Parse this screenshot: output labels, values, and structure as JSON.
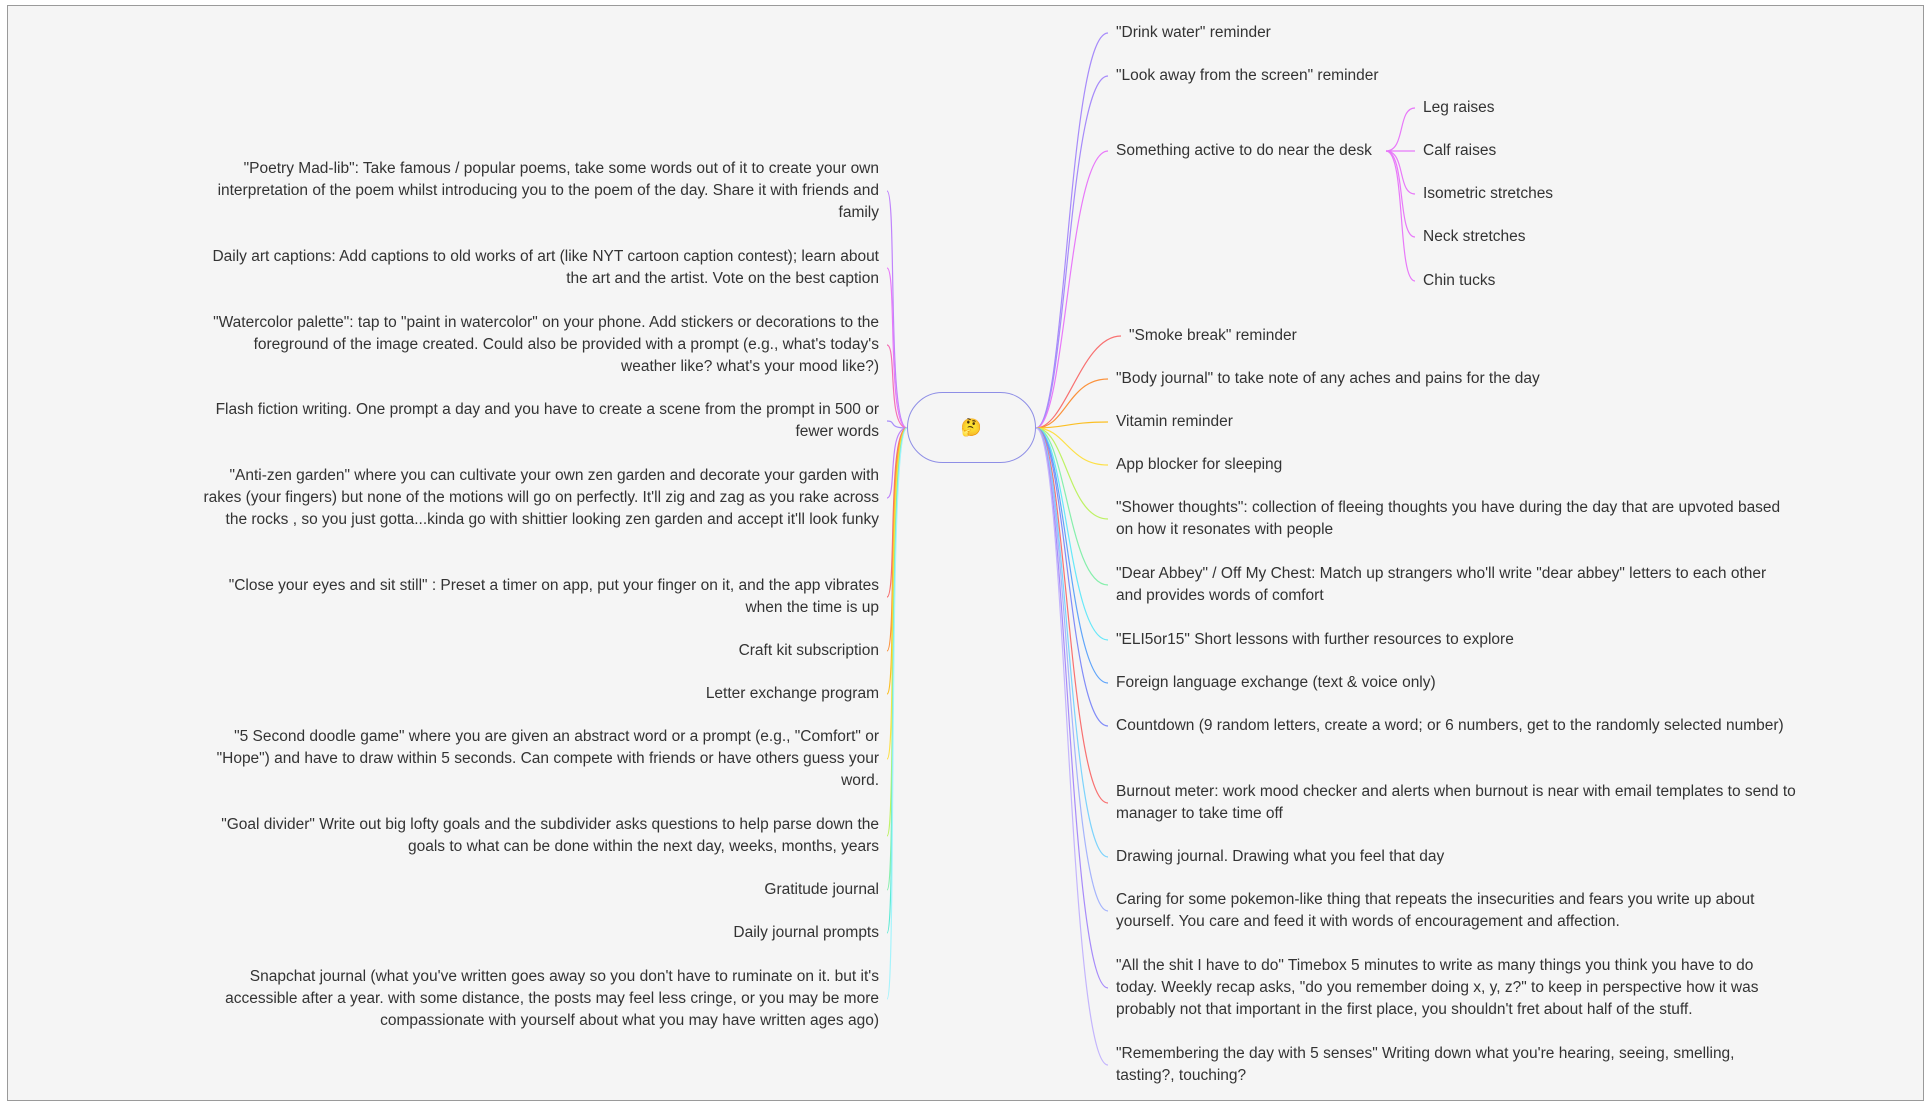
{
  "root": {
    "emoji": "🤔"
  },
  "right_nodes": [
    {
      "label": "\"Drink water\" reminder",
      "color": "#a78bfa"
    },
    {
      "label": "\"Look away from the screen\" reminder",
      "color": "#a78bfa"
    },
    {
      "label": "Something active to do near the desk",
      "color": "#e879f9",
      "children": [
        "Leg raises",
        "Calf raises",
        "Isometric stretches",
        "Neck stretches",
        "Chin tucks"
      ]
    },
    {
      "label": "\"Smoke break\" reminder",
      "color": "#f87171"
    },
    {
      "label": "\"Body journal\" to take note of any aches and pains for the day",
      "color": "#fb923c"
    },
    {
      "label": "Vitamin reminder",
      "color": "#fbbf24"
    },
    {
      "label": "App blocker for sleeping",
      "color": "#fde047"
    },
    {
      "label": "\"Shower thoughts\": collection of fleeing thoughts you have during the day that are upvoted based on how it resonates with people",
      "color": "#bef264"
    },
    {
      "label": "\"Dear Abbey\" / Off My Chest: Match up strangers who'll write \"dear abbey\" letters to each other and provides words of comfort",
      "color": "#86efac"
    },
    {
      "label": "\"ELI5or15\" Short lessons with further resources to explore",
      "color": "#67e8f9"
    },
    {
      "label": "Foreign language exchange (text & voice only)",
      "color": "#60a5fa"
    },
    {
      "label": "Countdown (9 random letters, create a word; or 6 numbers, get to the randomly selected number)",
      "color": "#818cf8"
    },
    {
      "label": "Burnout meter: work mood checker and alerts when burnout is near with email templates to send to manager to take time off",
      "color": "#f87171"
    },
    {
      "label": "Drawing journal. Drawing what you feel that day",
      "color": "#7dd3fc"
    },
    {
      "label": "Caring for some pokemon-like thing that repeats the insecurities and fears you write up about yourself. You care and feed it with words of encouragement and affection.",
      "color": "#a5b4fc"
    },
    {
      "label": "\"All the shit I have to do\" Timebox 5 minutes to write as many things you think you have to do today. Weekly recap asks, \"do you remember doing x, y, z?\" to keep in perspective how it was probably not that important in the first place, you shouldn't fret about half of the stuff.",
      "color": "#a78bfa"
    },
    {
      "label": "\"Remembering the day with 5 senses\" Writing down what you're hearing, seeing, smelling, tasting?, touching?",
      "color": "#c4b5fd"
    }
  ],
  "left_nodes": [
    {
      "label": "\"Poetry Mad-lib\": Take famous / popular poems, take some words out of it to create your own interpretation of the poem whilst introducing you to the poem of the day. Share it with friends and family",
      "color": "#c084fc"
    },
    {
      "label": "Daily art captions: Add captions to old works of art  (like NYT cartoon caption contest); learn about the art and the artist. Vote on the best caption",
      "color": "#e879f9"
    },
    {
      "label": "\"Watercolor palette\": tap to \"paint in watercolor\" on your phone.  Add stickers or decorations to the foreground of the image created. Could also be provided with a prompt (e.g., what's today's weather like? what's your mood like?)",
      "color": "#f472b6"
    },
    {
      "label": "Flash fiction writing. One prompt a day and you have to create a scene from the prompt in 500 or fewer words",
      "color": "#a78bfa"
    },
    {
      "label": "\"Anti-zen garden\"  where you can cultivate your own zen garden and  decorate your garden with rakes (your fingers) but none of the motions will go on perfectly. It'll zig and zag as you rake across the rocks , so you just gotta...kinda go with shittier looking zen garden and accept it'll look funky",
      "color": "#c084fc"
    },
    {
      "label": "\"Close your eyes and sit still\" : Preset a timer on app, put your finger on it, and the app vibrates when the time is up",
      "color": "#f87171"
    },
    {
      "label": "Craft kit subscription",
      "color": "#fb923c"
    },
    {
      "label": "Letter exchange program",
      "color": "#fbbf24"
    },
    {
      "label": "\"5 Second doodle game\" where you are given an abstract word or a prompt (e.g., \"Comfort\" or \"Hope\") and have to draw within 5 seconds. Can compete with friends or have others guess your word.",
      "color": "#fde047"
    },
    {
      "label": "\"Goal divider\"  Write out big lofty goals and the subdivider asks questions to help parse down the goals to what can be done within the next day, weeks, months, years",
      "color": "#bef264"
    },
    {
      "label": "Gratitude journal",
      "color": "#86efac"
    },
    {
      "label": "Daily journal prompts",
      "color": "#5eead4"
    },
    {
      "label": "Snapchat journal (what you've written goes away so you don't have to ruminate on it. but it's accessible after a year. with some distance, the posts may feel less cringe, or you may be more compassionate with yourself about what you may have written ages ago)",
      "color": "#a5f3fc"
    }
  ]
}
